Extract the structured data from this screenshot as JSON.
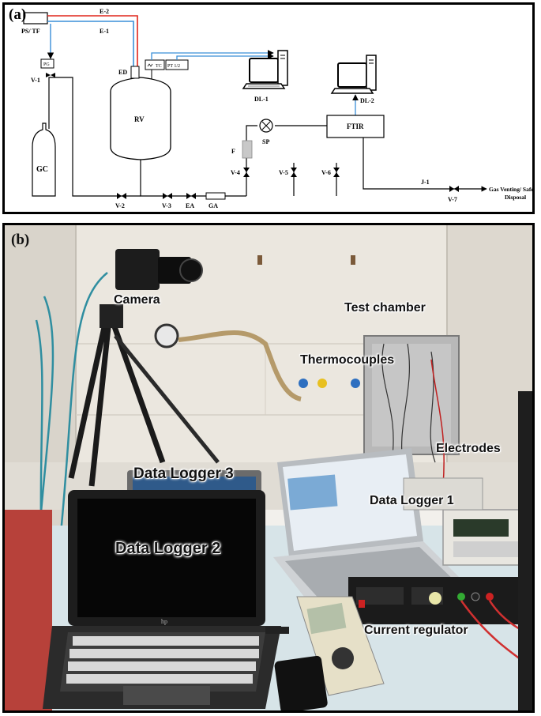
{
  "panel_a": {
    "label": "(a)",
    "components": {
      "ps_tf": "PS/ TF",
      "pg": "PG",
      "v1": "V-1",
      "gc": "GC",
      "e2": "E-2",
      "e1": "E-1",
      "ed": "ED",
      "tc": "TC",
      "pt": "PT 1/2",
      "rv": "RV",
      "dl1": "DL-1",
      "dl2": "DL-2",
      "ftir": "FTIR",
      "sp": "SP",
      "f": "F",
      "v4": "V-4",
      "v5": "V-5",
      "v6": "V-6",
      "v2": "V-2",
      "v3": "V-3",
      "ea": "EA",
      "ga": "GA",
      "j1": "J-1",
      "v7": "V-7",
      "venting_line1": "Gas Venting/ Safe",
      "venting_line2": "Disposal"
    },
    "colors": {
      "e2_wire": "#e0261b",
      "e1_wire": "#3a8fd8",
      "line": "#000000"
    }
  },
  "panel_b": {
    "label": "(b)",
    "labels": {
      "camera": "Camera",
      "test_chamber": "Test chamber",
      "thermocouples": "Thermocouples",
      "electrodes": "Electrodes",
      "data_logger_3": "Data Logger 3",
      "data_logger_2": "Data Logger 2",
      "data_logger_1": "Data Logger 1",
      "current_regulator": "Current regulator"
    },
    "device_text": {
      "hp_logo": "hp"
    }
  }
}
